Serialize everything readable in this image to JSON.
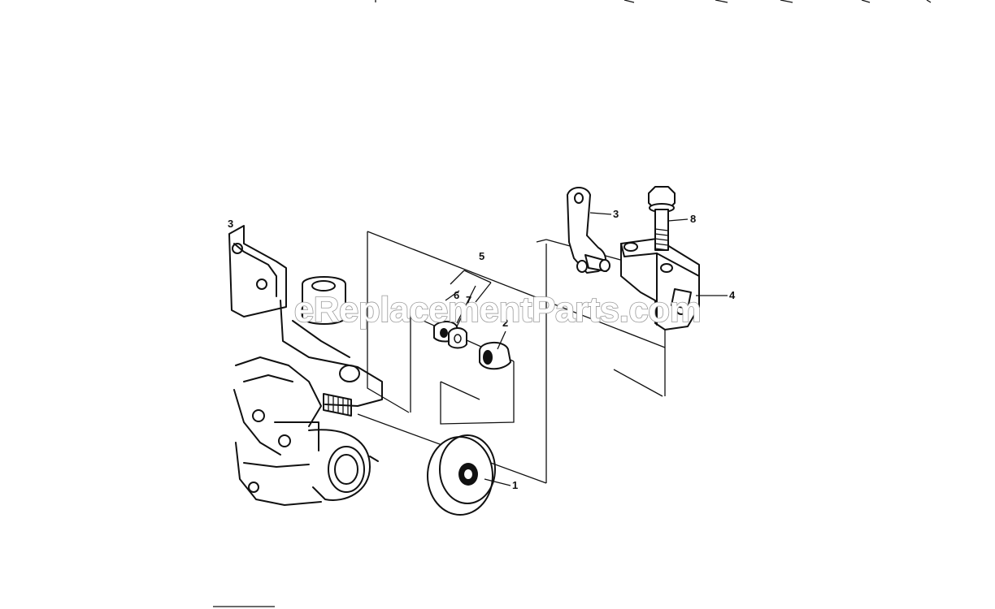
{
  "watermark": "eReplacementParts.com",
  "callouts": {
    "p1": "1",
    "p2": "2",
    "p3": "3",
    "p3_left": "3",
    "p4": "4",
    "p5": "5",
    "p6": "6",
    "p7": "7",
    "p8": "8"
  },
  "icons": [
    "engine-housing",
    "pulley-disc",
    "throttle-lever",
    "mounting-bracket",
    "hex-bolt",
    "nut",
    "washer",
    "bushing"
  ]
}
